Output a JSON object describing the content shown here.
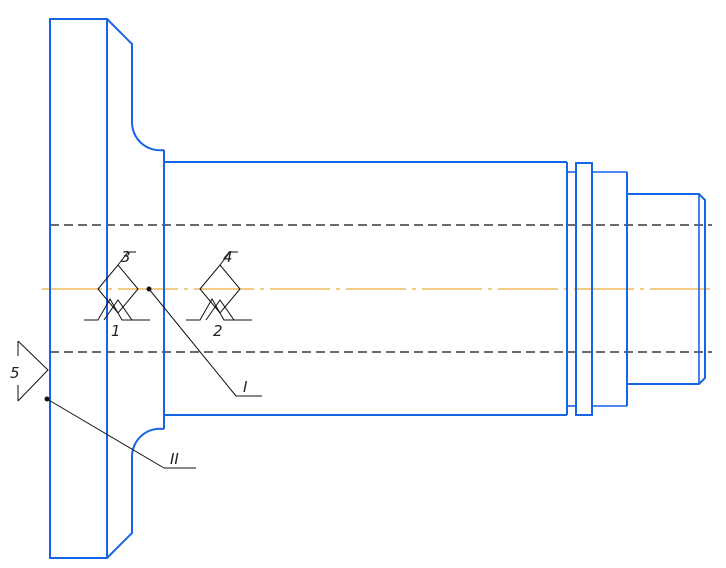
{
  "drawing": {
    "colors": {
      "outline": "#1565e8",
      "hidden_line": "#111111",
      "axis": "#e8960c",
      "annotation": "#111111"
    },
    "surface_labels": {
      "s1": "1",
      "s2": "2",
      "s3": "3",
      "s4": "4",
      "s5": "5"
    },
    "datum_labels": {
      "d1": "I",
      "d2": "II"
    }
  }
}
